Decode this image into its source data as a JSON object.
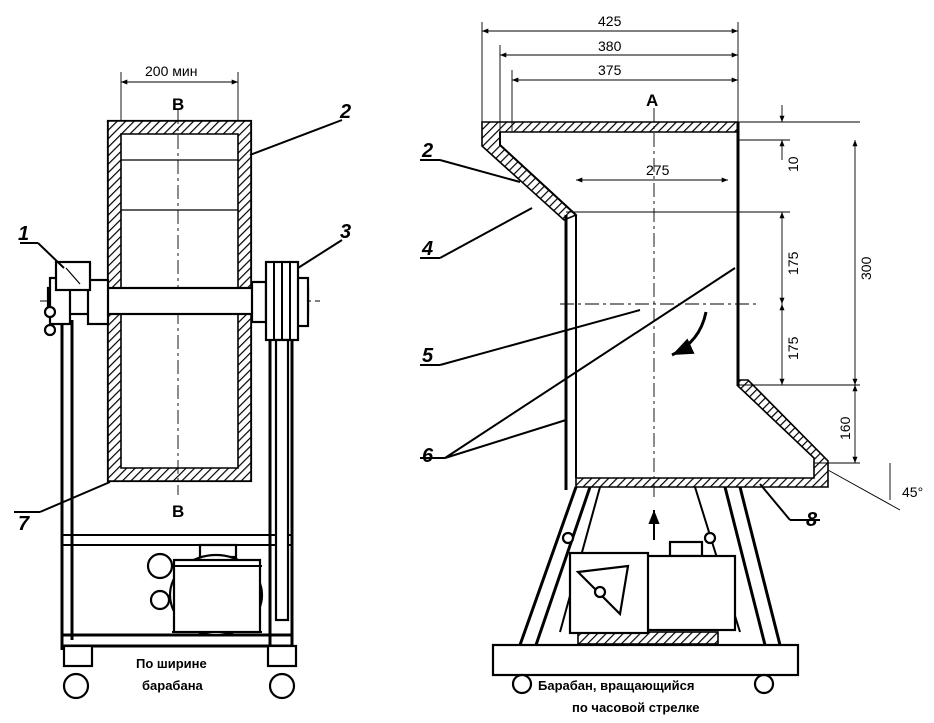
{
  "left_view": {
    "width_dim": "200 мин",
    "section_top": "В",
    "section_bottom": "В",
    "caption_line1": "По ширине",
    "caption_line2": "барабана",
    "callouts": [
      "1",
      "2",
      "3",
      "7"
    ]
  },
  "right_view": {
    "dims": {
      "outer_width": "425",
      "mid_width": "380",
      "inner_width": "375",
      "core_width": "275",
      "top_height": "10",
      "upper_half": "175",
      "lower_half": "175",
      "total_height": "300",
      "bottom_height": "160",
      "angle": "45°"
    },
    "section_top": "А",
    "caption_line1": "Барабан, вращающийся",
    "caption_line2": "по часовой стрелке",
    "callouts": [
      "2",
      "4",
      "5",
      "6",
      "8"
    ]
  }
}
